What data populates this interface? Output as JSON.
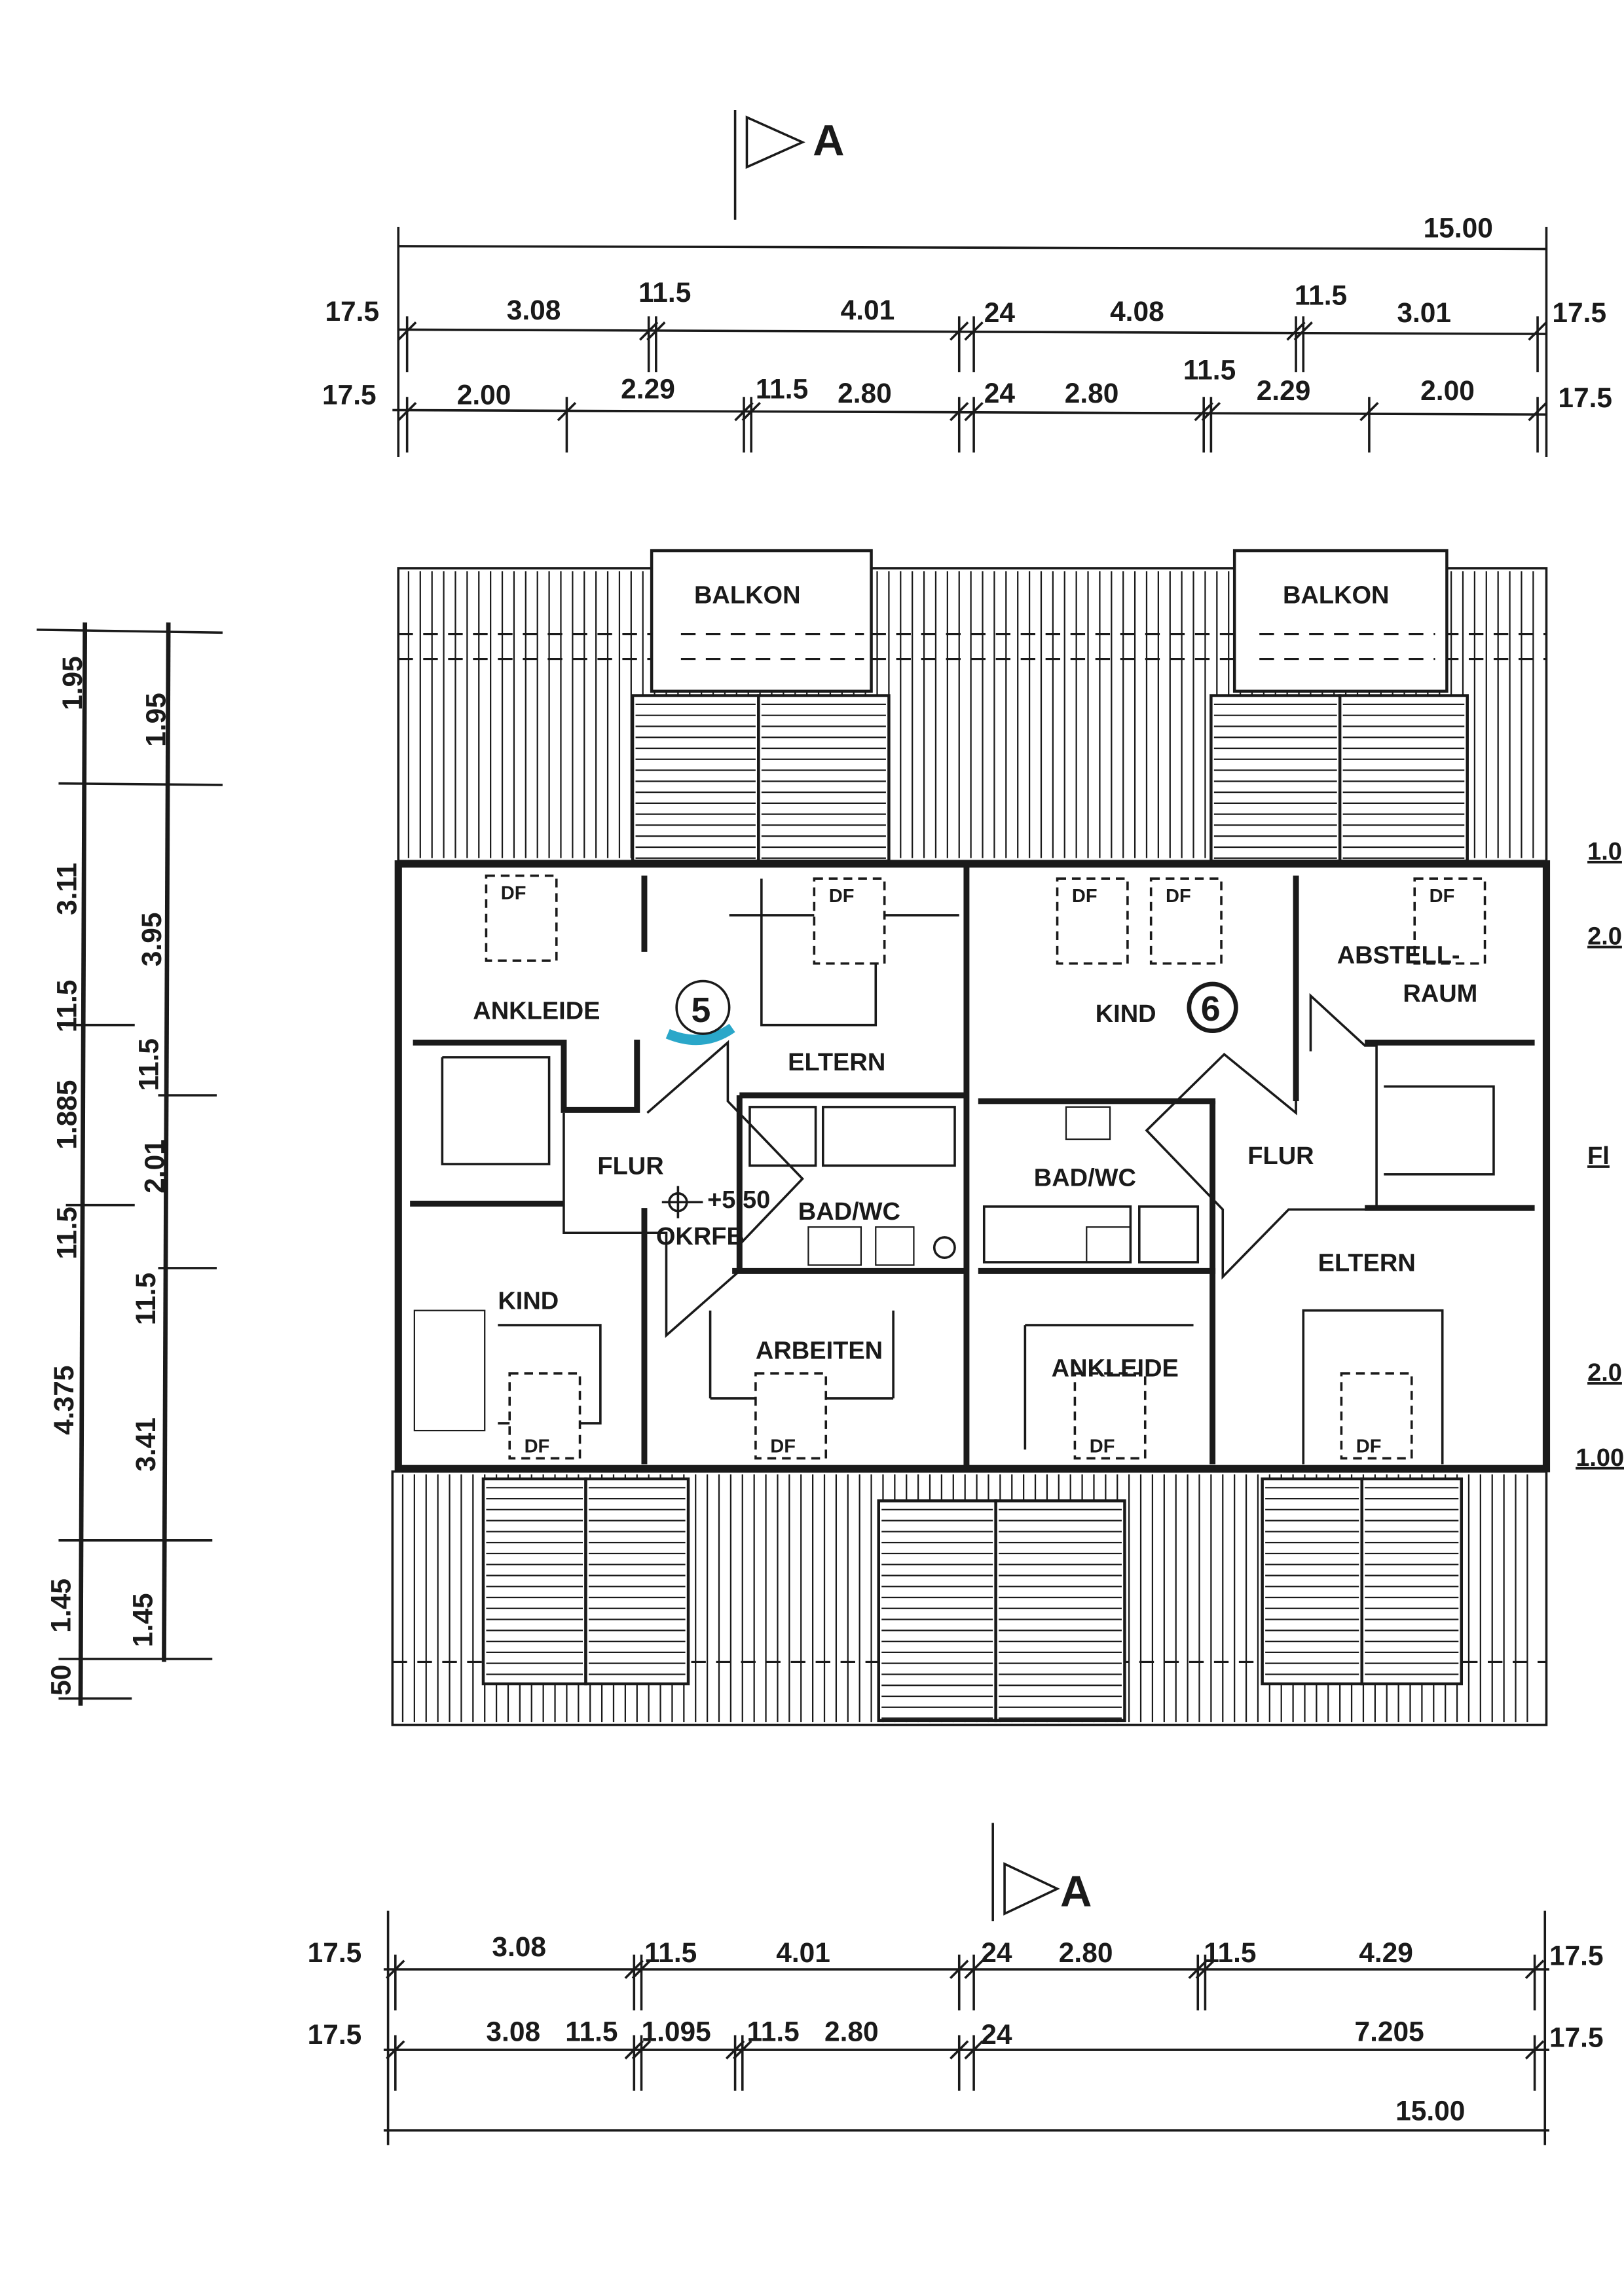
{
  "section_marker": {
    "top": "A",
    "bottom": "A"
  },
  "top_dims": {
    "total": "15.00",
    "row1": [
      "17.5",
      "3.08",
      "11.5",
      "4.01",
      "24",
      "4.08",
      "11.5",
      "3.01",
      "17.5"
    ],
    "row2": [
      "17.5",
      "2.00",
      "2.29",
      "11.5",
      "2.80",
      "24",
      "2.80",
      "11.5",
      "2.29",
      "2.00",
      "17.5"
    ]
  },
  "bottom_dims": {
    "row1": [
      "17.5",
      "3.08",
      "11.5",
      "4.01",
      "24",
      "2.80",
      "11.5",
      "4.29",
      "17.5"
    ],
    "row2": [
      "17.5",
      "3.08",
      "11.5",
      "1.095",
      "11.5",
      "2.80",
      "24",
      "7.205",
      "17.5"
    ],
    "total": "15.00"
  },
  "left_dims": {
    "outer": [
      "1.95",
      "3.11",
      "11.5",
      "1.885",
      "11.5",
      "4.375",
      "1.45",
      "50"
    ],
    "inner": [
      "1.95",
      "3.95",
      "11.5",
      "2.01",
      "11.5",
      "3.41",
      "1.45"
    ]
  },
  "right_edge_labels": [
    "1.0",
    "2.0",
    "Fl",
    "2.0",
    "1.00"
  ],
  "balconies": [
    "BALKON",
    "BALKON"
  ],
  "unit_5": {
    "number": "5",
    "rooms": [
      "ANKLEIDE",
      "ELTERN",
      "FLUR",
      "BAD/WC",
      "KIND",
      "ARBEITEN"
    ],
    "level": "+5.50",
    "level_ref": "OKRFB"
  },
  "unit_6": {
    "number": "6",
    "rooms": [
      "KIND",
      "ABSTELL-",
      "RAUM",
      "BAD/WC",
      "FLUR",
      "ELTERN",
      "ANKLEIDE"
    ]
  },
  "skylight_label": "DF",
  "colors": {
    "ink": "#1a1a1a",
    "highlight": "#2aa7c9"
  }
}
